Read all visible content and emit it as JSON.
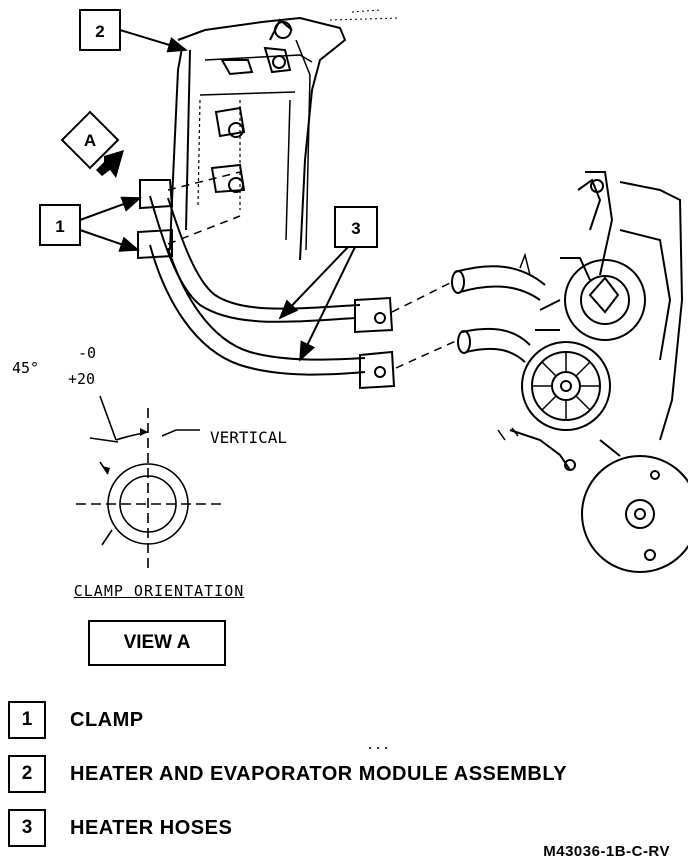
{
  "callouts": {
    "c1": "1",
    "c2": "2",
    "c3": "3",
    "view_marker": "A"
  },
  "detail": {
    "angle": "45°",
    "tol_minus": "-0",
    "tol_plus": "+20",
    "vertical_label": "VERTICAL",
    "clamp_title": "CLAMP ORIENTATION",
    "view_label": "VIEW A"
  },
  "legend": [
    {
      "num": "1",
      "label": "CLAMP"
    },
    {
      "num": "2",
      "label": "HEATER AND EVAPORATOR MODULE ASSEMBLY"
    },
    {
      "num": "3",
      "label": "HEATER HOSES"
    }
  ],
  "reference_code": "M43036-1B-C-RV"
}
